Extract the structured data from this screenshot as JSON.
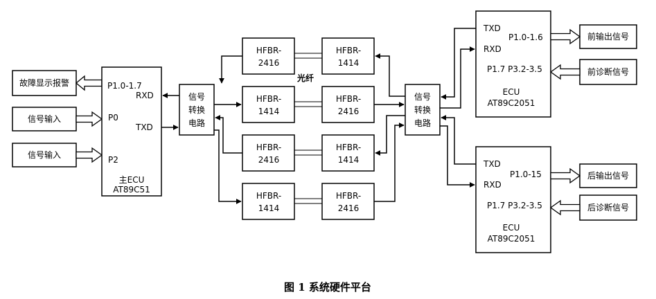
{
  "caption": "图 1 系统硬件平台",
  "fiber_label": "光纤",
  "main_ecu": {
    "pin_p10_17": "P1.0-1.7",
    "pin_rxd": "RXD",
    "pin_p0": "P0",
    "pin_txd": "TXD",
    "pin_p2": "P2",
    "name_line1": "主ECU",
    "name_line2": "AT89C51"
  },
  "left_io": {
    "fault_display": "故障显示报警",
    "signal_input_1": "信号输入",
    "signal_input_2": "信号输入"
  },
  "left_converter": {
    "line1": "信号",
    "line2": "转换",
    "line3": "电路"
  },
  "right_converter": {
    "line1": "信号",
    "line2": "转换",
    "line3": "电路"
  },
  "transceivers": {
    "row1": {
      "left_line1": "HFBR-",
      "left_line2": "2416",
      "right_line1": "HFBR-",
      "right_line2": "1414"
    },
    "row2": {
      "left_line1": "HFBR-",
      "left_line2": "1414",
      "right_line1": "HFBR-",
      "right_line2": "2416"
    },
    "row3": {
      "left_line1": "HFBR-",
      "left_line2": "2416",
      "right_line1": "HFBR-",
      "right_line2": "1414"
    },
    "row4": {
      "left_line1": "HFBR-",
      "left_line2": "1414",
      "right_line1": "HFBR-",
      "right_line2": "2416"
    }
  },
  "front_ecu": {
    "pin_txd": "TXD",
    "pin_p10": "P1.0-1.6",
    "pin_rxd": "RXD",
    "pin_p17": "P1.7 P3.2-3.5",
    "name_line1": "ECU",
    "name_line2": "AT89C2051"
  },
  "rear_ecu": {
    "pin_txd": "TXD",
    "pin_p10": "P1.0-15",
    "pin_rxd": "RXD",
    "pin_p17": "P1.7 P3.2-3.5",
    "name_line1": "ECU",
    "name_line2": "AT89C2051"
  },
  "right_io": {
    "front_output": "前输出信号",
    "front_diag": "前诊断信号",
    "rear_output": "后输出信号",
    "rear_diag": "后诊断信号"
  }
}
